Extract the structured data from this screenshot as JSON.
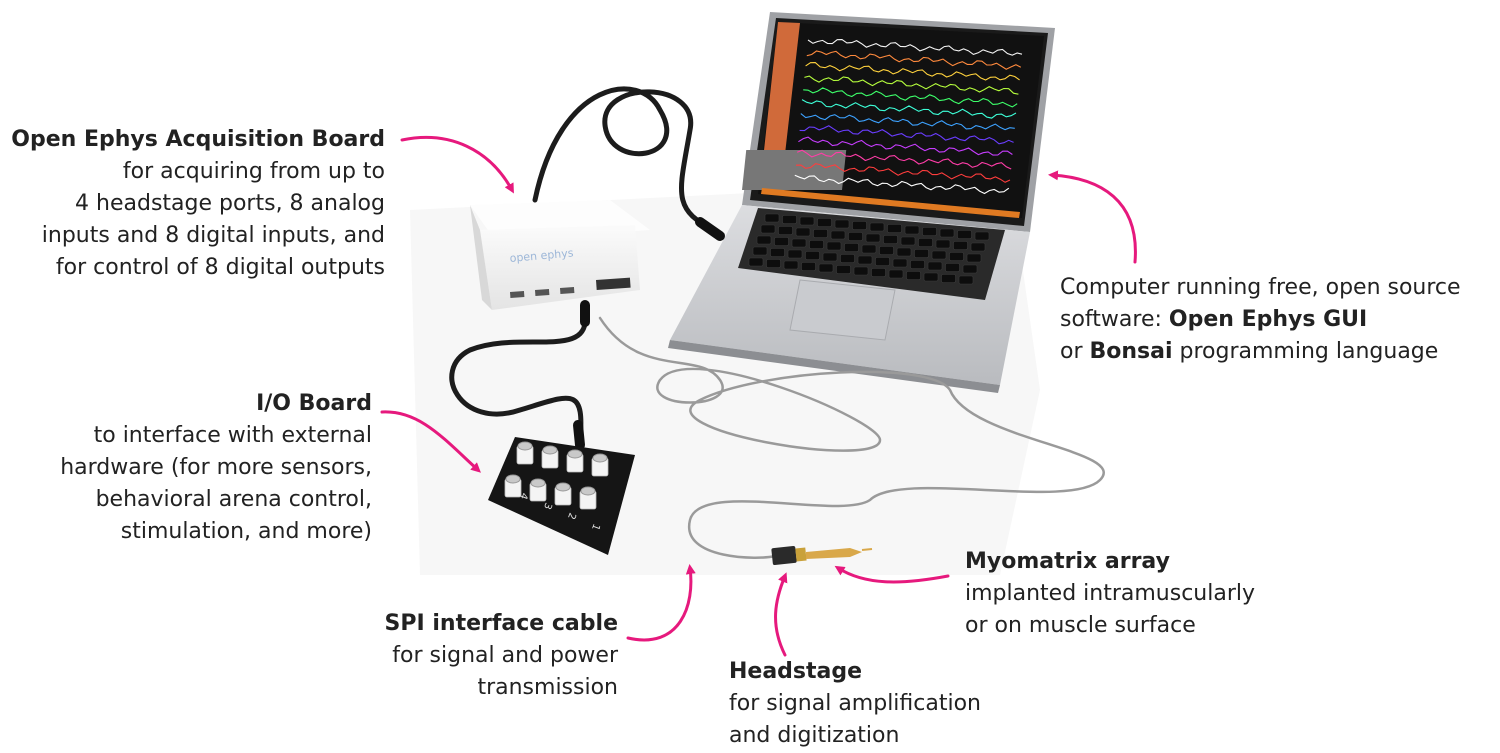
{
  "labels": {
    "acq_board": {
      "title": "Open Ephys Acquisition Board",
      "desc": "for acquiring from up to\n4 headstage ports, 8 analog\ninputs and 8 digital inputs, and\nfor control of 8 digital outputs"
    },
    "io_board": {
      "title": "I/O Board",
      "desc": "to interface with external\nhardware (for more sensors,\nbehavioral arena control,\nstimulation, and more)"
    },
    "computer": {
      "line1": "Computer running free, open source",
      "line2_prefix": "software: ",
      "line2_bold": "Open Ephys GUI",
      "line3_prefix": "or ",
      "line3_bold": "Bonsai",
      "line3_suffix": " programming language"
    },
    "spi_cable": {
      "title": "SPI interface cable",
      "desc": "for signal and power\ntransmission"
    },
    "myomatrix": {
      "title": "Myomatrix array",
      "desc": "implanted intramuscularly\nor on muscle surface"
    },
    "headstage": {
      "title": "Headstage",
      "desc": "for signal amplification\nand digitization"
    }
  },
  "device_text": {
    "acq_board_logo": "open ephys",
    "io_ports": [
      "1",
      "2",
      "3",
      "4"
    ]
  },
  "colors": {
    "arrow": "#e6197d",
    "text": "#222222",
    "board": "#f1f1f1",
    "cable_dark": "#1c1c1c",
    "cable_light": "#9a9a9a",
    "screen_bg": "#111111",
    "traces": [
      "#f4f4f4",
      "#ff8a3d",
      "#ffd23d",
      "#b6ff3d",
      "#3dff6a",
      "#3dffd8",
      "#3da2ff",
      "#6a3dff",
      "#c73dff",
      "#ff3da8",
      "#ff3d3d",
      "#ffffff"
    ]
  }
}
